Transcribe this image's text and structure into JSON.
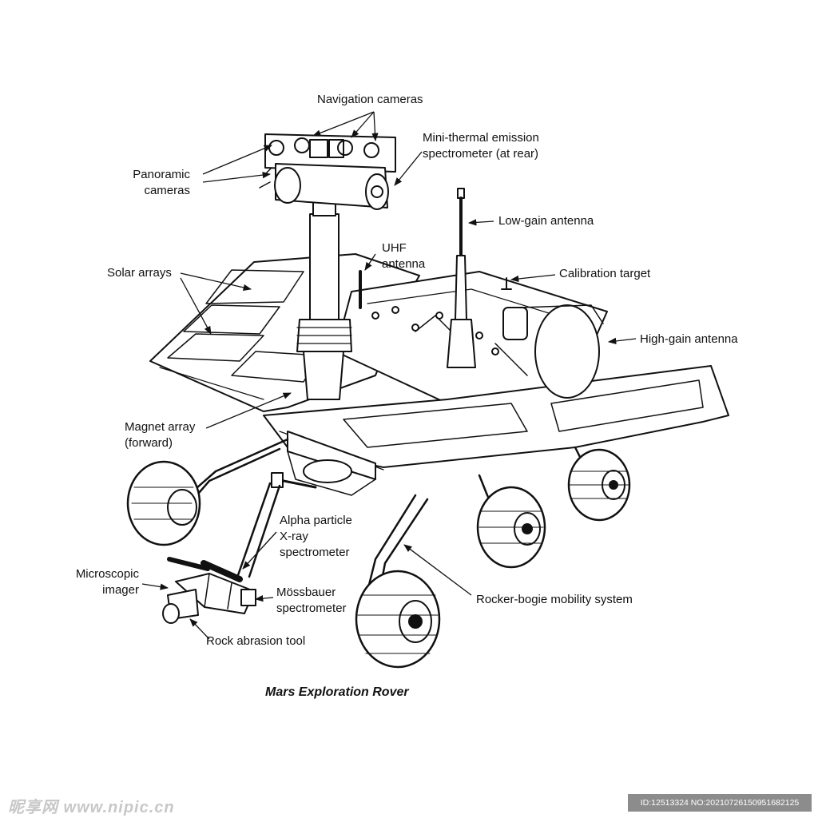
{
  "labels": {
    "navigation_cameras": "Navigation cameras",
    "mini_tes": [
      "Mini-thermal emission",
      "spectrometer (at rear)"
    ],
    "panoramic_cameras": [
      "Panoramic",
      "cameras"
    ],
    "low_gain_antenna": "Low-gain antenna",
    "uhf_antenna": [
      "UHF",
      "antenna"
    ],
    "solar_arrays": "Solar arrays",
    "calibration_target": "Calibration target",
    "high_gain_antenna": "High-gain antenna",
    "magnet_array": [
      "Magnet array",
      "(forward)"
    ],
    "alpha_particle": [
      "Alpha particle",
      "X-ray",
      "spectrometer"
    ],
    "microscopic_imager": [
      "Microscopic",
      "imager"
    ],
    "mossbauer": [
      "Mössbauer",
      "spectrometer"
    ],
    "rocker_bogie": "Rocker-bogie mobility system",
    "rock_abrasion_tool": "Rock abrasion tool"
  },
  "caption": "Mars Exploration Rover",
  "watermark": {
    "left": "昵享网 www.nipic.cn",
    "right": "ID:12513324 NO:20210726150951682125"
  }
}
